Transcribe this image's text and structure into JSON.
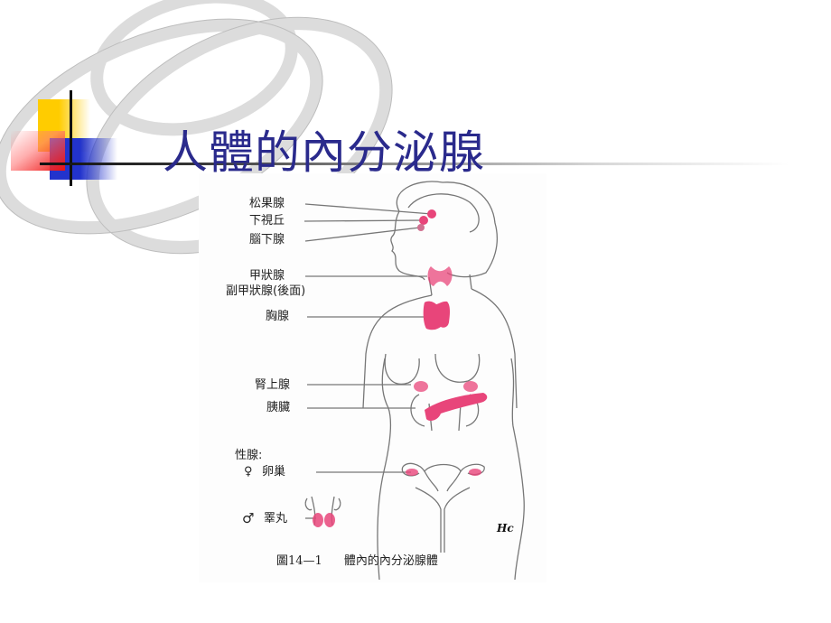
{
  "slide": {
    "title": "人體的內分泌腺",
    "colors": {
      "title": "#2a2a8c",
      "accent_yellow": "#ffcc00",
      "accent_red": "#ee1111",
      "accent_blue": "#2233cc",
      "gland": "#e8457a"
    }
  },
  "figure": {
    "labels": {
      "pineal": "松果腺",
      "hypothalamus": "下視丘",
      "pituitary": "腦下腺",
      "thyroid": "甲狀腺",
      "parathyroid": "副甲狀腺(後面)",
      "thymus": "胸腺",
      "adrenal": "腎上腺",
      "pancreas": "胰臟",
      "gonads": "性腺:",
      "ovary_symbol": "♀",
      "ovary": "卵巢",
      "testis_symbol": "♂",
      "testis": "睪丸"
    },
    "signature": "Hc",
    "caption_number": "圖14—1",
    "caption_text": "體內的內分泌腺體"
  }
}
